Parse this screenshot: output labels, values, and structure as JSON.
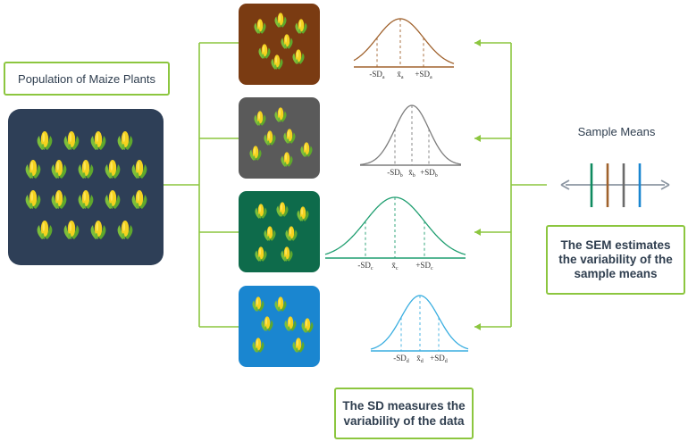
{
  "population_label": "Population of Maize Plants",
  "sample_means_label": "Sample Means",
  "sem_label": "The SEM estimates the variability of the sample means",
  "sd_label": "The SD measures the variability of the data",
  "samples": [
    {
      "color": "#7a3b12",
      "curve_color": "#a0622d",
      "labels": {
        "minus": "-SD",
        "mean": "x̄",
        "plus": "+SD",
        "sub": "a"
      }
    },
    {
      "color": "#5a5a5a",
      "curve_color": "#7d7d7d",
      "labels": {
        "minus": "-SD",
        "mean": "x̄",
        "plus": "+SD",
        "sub": "b"
      }
    },
    {
      "color": "#0e6b4b",
      "curve_color": "#1f9e70",
      "labels": {
        "minus": "-SD",
        "mean": "x̄",
        "plus": "+SD",
        "sub": "c"
      }
    },
    {
      "color": "#1a86d0",
      "curve_color": "#3aaee0",
      "labels": {
        "minus": "-SD",
        "mean": "x̄",
        "plus": "+SD",
        "sub": "d"
      }
    }
  ],
  "population_color": "#2e3f57",
  "connector_color": "#8cc63f",
  "mean_tick_colors": [
    "#0e8a5f",
    "#a0622d",
    "#6b6b6b",
    "#1a86d0"
  ]
}
